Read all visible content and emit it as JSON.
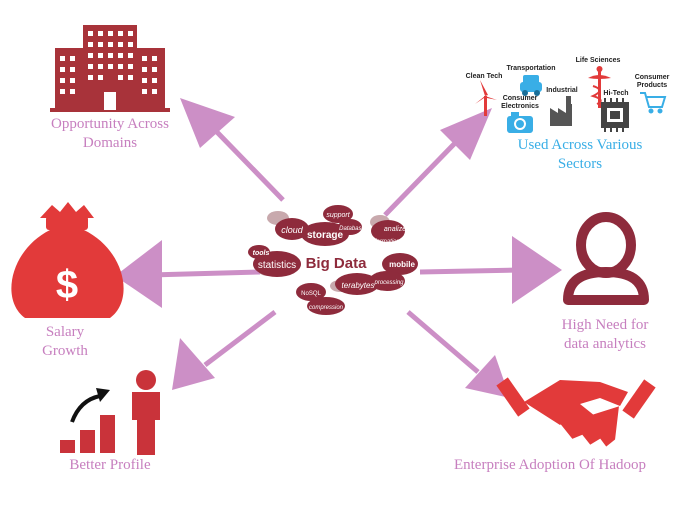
{
  "colors": {
    "arrow": "#cc8fc6",
    "dark_red": "#8e2b3c",
    "red": "#e23a3a",
    "building": "#a8333a",
    "label_pink": "#c77fbf",
    "label_blue": "#39aee6"
  },
  "center": {
    "title": "Big Data",
    "words": [
      "cloud",
      "support",
      "storage",
      "Database",
      "tools",
      "analize",
      "information",
      "statistics",
      "mobile",
      "terabytes",
      "processing",
      "NoSQL",
      "compression"
    ]
  },
  "nodes": {
    "top_left": {
      "label": "Opportunity Across\nDomains",
      "icon": "building-icon"
    },
    "top_right": {
      "label": "Used Across Various\nSectors",
      "icon": "sectors-icons",
      "sectors": [
        "Clean Tech",
        "Transportation",
        "Consumer\nElectronics",
        "Industrial",
        "Life Sciences",
        "Hi-Tech",
        "Consumer\nProducts"
      ]
    },
    "middle_left": {
      "label": "Salary\nGrowth",
      "icon": "money-bag-icon",
      "symbol": "$"
    },
    "middle_right": {
      "label": "High Need for\ndata analytics",
      "icon": "person-icon"
    },
    "bottom_left": {
      "label": "Better Profile",
      "icon": "growth-chart-person-icon"
    },
    "bottom_right": {
      "label": "Enterprise Adoption Of Hadoop",
      "icon": "handshake-icon"
    }
  }
}
